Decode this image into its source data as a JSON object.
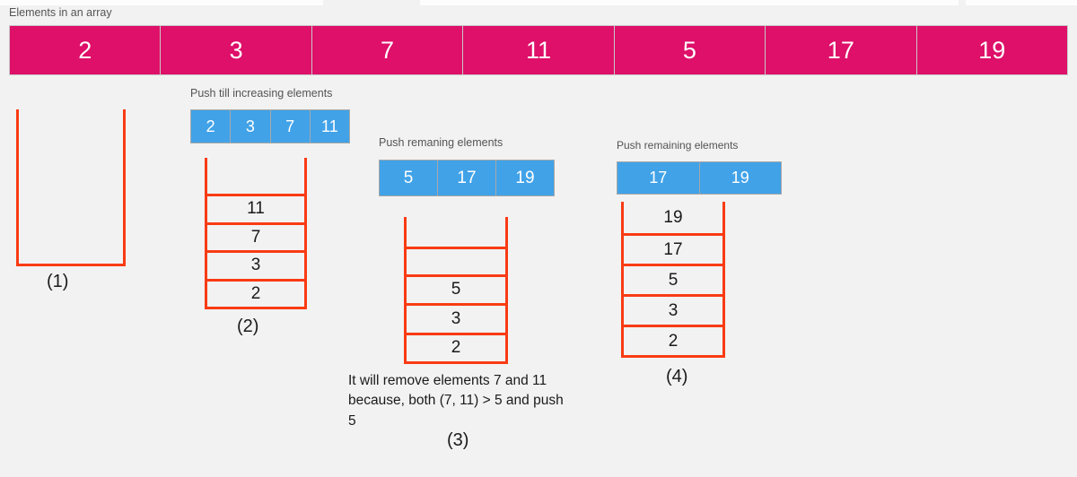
{
  "colors": {
    "background": "#f2f2f2",
    "array_pink": "#de1069",
    "array_blue": "#41a2e8",
    "stack_border": "#f93b14",
    "text_dark": "#1a1a1a",
    "caption_gray": "#545454"
  },
  "captions": {
    "array_title": "Elements in an array",
    "step2_title": "Push till increasing elements",
    "step3_title": "Push remaning elements",
    "step4_title": "Push remaining elements"
  },
  "figure_numbers": {
    "one": "(1)",
    "two": "(2)",
    "three": "(3)",
    "four": "(4)"
  },
  "note": "It will remove elements 7 and 11 because, both (7, 11) > 5 and push 5",
  "chart_data": {
    "type": "diagram",
    "title": "Elements in an array",
    "description": "Monotonic stack walkthrough over an array, shown in four steps",
    "array": {
      "label": "Elements in an array",
      "values": [
        "2",
        "3",
        "7",
        "11",
        "5",
        "17",
        "19"
      ],
      "color": "#de1069"
    },
    "steps": [
      {
        "index": 1,
        "figure": "(1)",
        "queue_label": null,
        "queue_values": [],
        "stack_bottom_to_top": [],
        "empty_slots": 0,
        "note": null
      },
      {
        "index": 2,
        "figure": "(2)",
        "queue_label": "Push till increasing elements",
        "queue_values": [
          "2",
          "3",
          "7",
          "11"
        ],
        "stack_bottom_to_top": [
          "2",
          "3",
          "7",
          "11"
        ],
        "empty_slots": 1,
        "note": null
      },
      {
        "index": 3,
        "figure": "(3)",
        "queue_label": "Push remaning elements",
        "queue_values": [
          "5",
          "17",
          "19"
        ],
        "stack_bottom_to_top": [
          "2",
          "3",
          "5"
        ],
        "empty_slots": 1,
        "note": "It will remove elements 7 and 11 because, both (7, 11) > 5 and push 5"
      },
      {
        "index": 4,
        "figure": "(4)",
        "queue_label": "Push remaining elements",
        "queue_values": [
          "17",
          "19"
        ],
        "stack_bottom_to_top": [
          "2",
          "3",
          "5",
          "17",
          "19"
        ],
        "empty_slots": 0,
        "note": null
      }
    ]
  }
}
